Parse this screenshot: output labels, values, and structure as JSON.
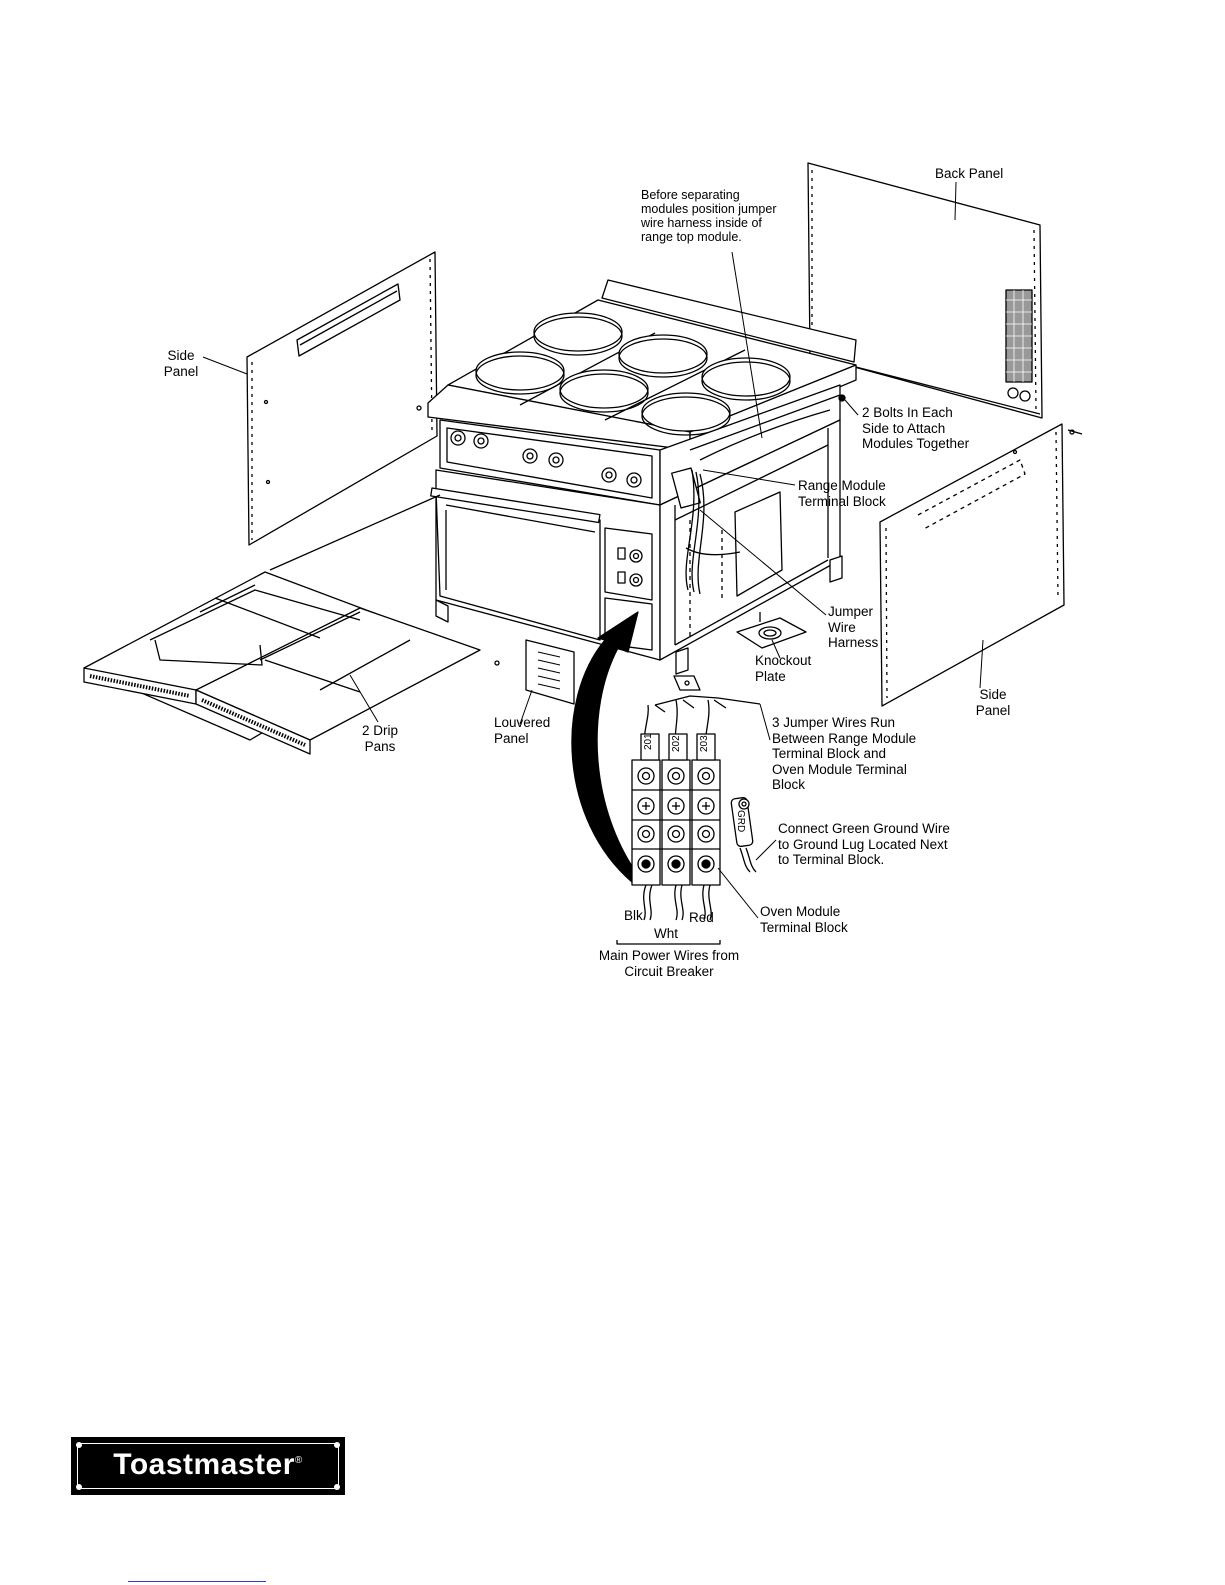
{
  "labels": {
    "back_panel": "Back Panel",
    "before_separating": "Before separating\nmodules position jumper\nwire harness inside of\nrange top module.",
    "side_panel_left": "Side\nPanel",
    "bolts": "2 Bolts In Each\nSide to Attach\nModules Together",
    "range_module_tb": "Range Module\nTerminal Block",
    "jumper_harness": "Jumper\nWire\nHarness",
    "knockout_plate": "Knockout\nPlate",
    "side_panel_right": "Side\nPanel",
    "drip_pans": "2 Drip\nPans",
    "louvered_panel": "Louvered\nPanel",
    "three_jumpers": "3 Jumper Wires Run\nBetween Range Module\nTerminal Block and\nOven Module Terminal\nBlock",
    "ground_wire": "Connect Green Ground Wire\nto Ground Lug Located Next\nto Terminal Block.",
    "oven_module_tb": "Oven Module\nTerminal Block",
    "blk": "Blk",
    "red": "Red",
    "wht": "Wht",
    "main_power": "Main Power Wires from\nCircuit Breaker",
    "terminal_201": "201",
    "terminal_202": "202",
    "terminal_203": "203",
    "grd": "GRD"
  },
  "logo": {
    "text": "Toastmaster",
    "mark": "®"
  }
}
